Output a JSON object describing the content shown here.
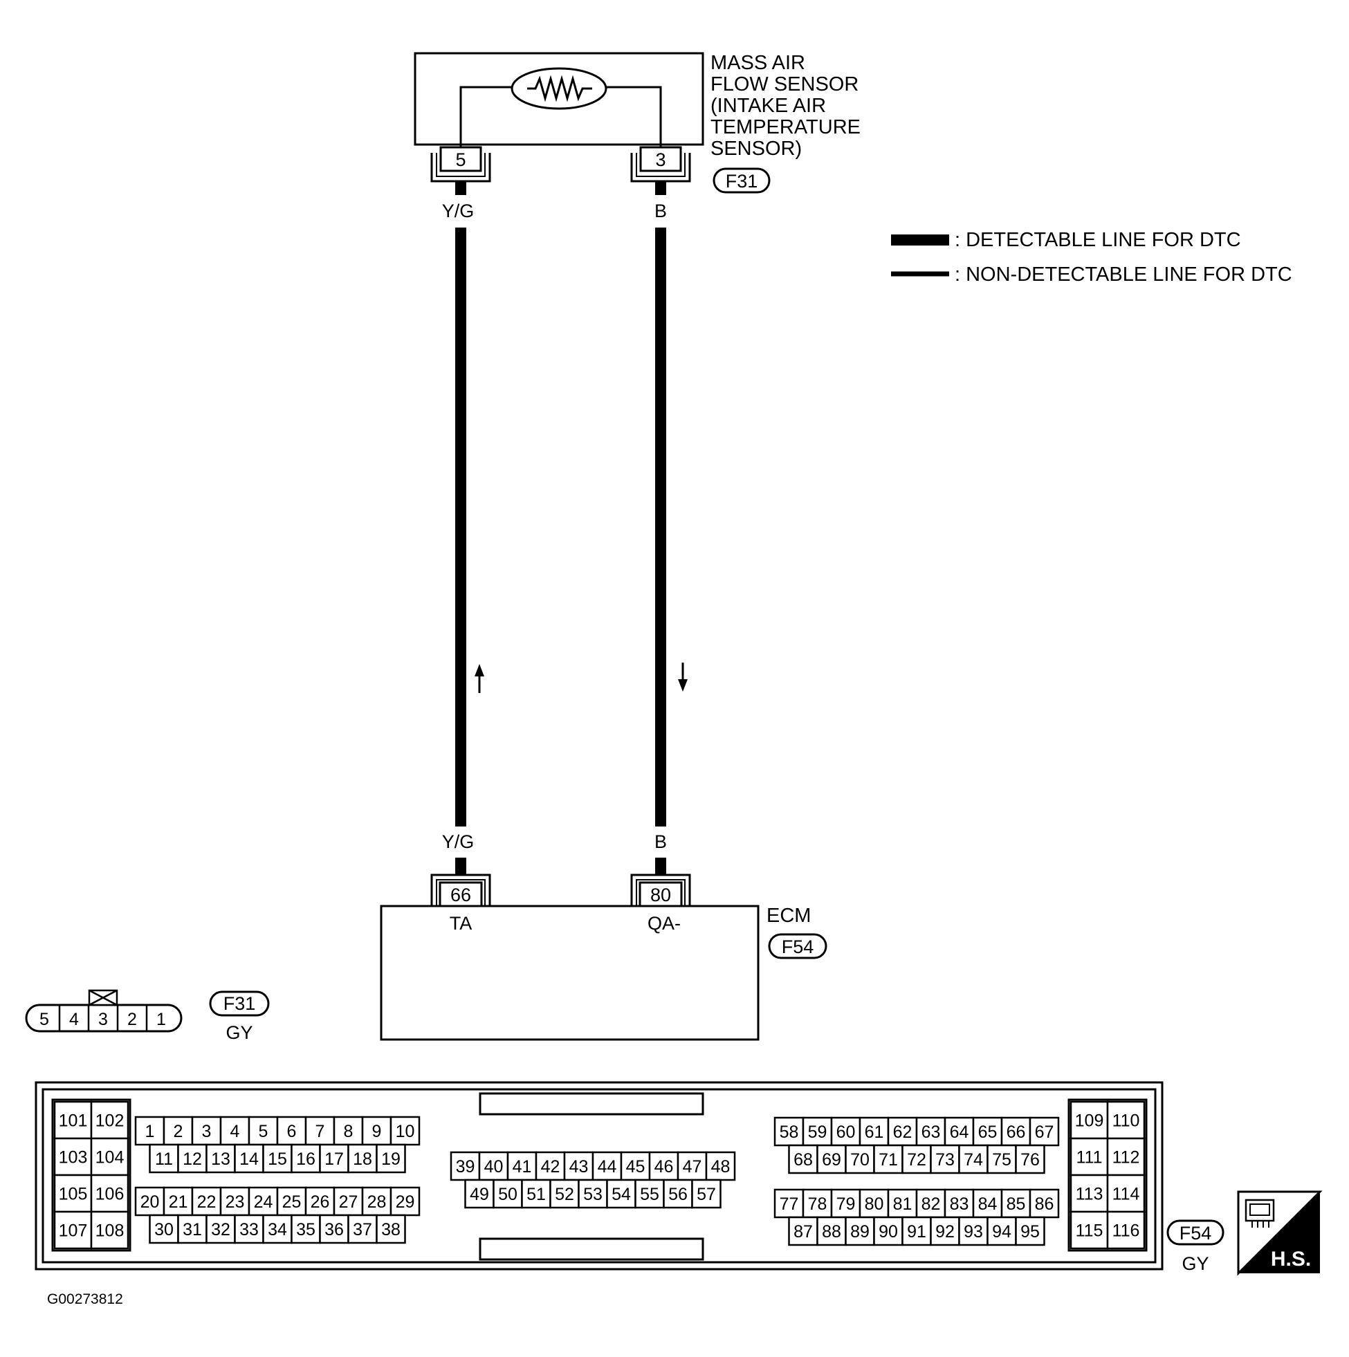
{
  "sensor": {
    "title_lines": [
      "MASS AIR",
      "FLOW SENSOR",
      "(INTAKE AIR",
      "TEMPERATURE",
      "SENSOR)"
    ],
    "connector": "F31",
    "pin_left": "5",
    "pin_right": "3"
  },
  "wires": {
    "left": {
      "color_top": "Y/G",
      "color_bottom": "Y/G",
      "arrow": "up"
    },
    "right": {
      "color_top": "B",
      "color_bottom": "B",
      "arrow": "down"
    }
  },
  "legend": {
    "detectable": ": DETECTABLE LINE FOR DTC",
    "non_detectable": ": NON-DETECTABLE LINE FOR DTC"
  },
  "ecm": {
    "label": "ECM",
    "connector": "F54",
    "pin_left": "66",
    "pin_left_name": "TA",
    "pin_right": "80",
    "pin_right_name": "QA-"
  },
  "f31_face": {
    "pins": [
      "5",
      "4",
      "3",
      "2",
      "1"
    ],
    "connector": "F31",
    "color": "GY"
  },
  "f54_face": {
    "connector": "F54",
    "color": "GY",
    "left_block": [
      [
        "101",
        "102"
      ],
      [
        "103",
        "104"
      ],
      [
        "105",
        "106"
      ],
      [
        "107",
        "108"
      ]
    ],
    "group_a": [
      [
        "1",
        "2",
        "3",
        "4",
        "5",
        "6",
        "7",
        "8",
        "9",
        "10"
      ],
      [
        "11",
        "12",
        "13",
        "14",
        "15",
        "16",
        "17",
        "18",
        "19"
      ]
    ],
    "group_b": [
      [
        "20",
        "21",
        "22",
        "23",
        "24",
        "25",
        "26",
        "27",
        "28",
        "29"
      ],
      [
        "30",
        "31",
        "32",
        "33",
        "34",
        "35",
        "36",
        "37",
        "38"
      ]
    ],
    "group_c": [
      [
        "39",
        "40",
        "41",
        "42",
        "43",
        "44",
        "45",
        "46",
        "47",
        "48"
      ],
      [
        "49",
        "50",
        "51",
        "52",
        "53",
        "54",
        "55",
        "56",
        "57"
      ]
    ],
    "group_d": [
      [
        "58",
        "59",
        "60",
        "61",
        "62",
        "63",
        "64",
        "65",
        "66",
        "67"
      ],
      [
        "68",
        "69",
        "70",
        "71",
        "72",
        "73",
        "74",
        "75",
        "76"
      ]
    ],
    "group_e": [
      [
        "77",
        "78",
        "79",
        "80",
        "81",
        "82",
        "83",
        "84",
        "85",
        "86"
      ],
      [
        "87",
        "88",
        "89",
        "90",
        "91",
        "92",
        "93",
        "94",
        "95"
      ]
    ],
    "right_block": [
      [
        "109",
        "110"
      ],
      [
        "111",
        "112"
      ],
      [
        "113",
        "114"
      ],
      [
        "115",
        "116"
      ]
    ]
  },
  "hs_label": "H.S.",
  "figure_id": "G00273812"
}
